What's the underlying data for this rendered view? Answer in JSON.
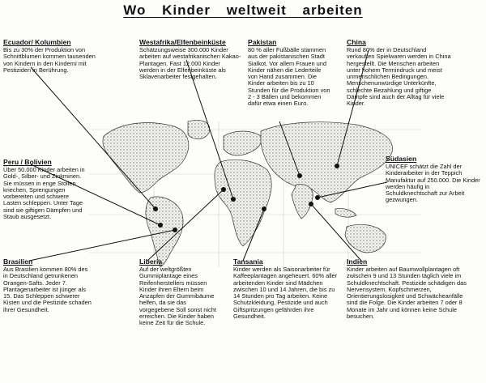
{
  "document": {
    "title": "Wo Kinder weltweit arbeiten"
  },
  "boxes": [
    {
      "id": "ecuador",
      "heading": "Ecuador/ Kolumbien",
      "text": "Bis zu 30% der Produktion von Schnittblumen kommen tausenden von Kindern in den Kinderni mit Pestiziden in Berührung."
    },
    {
      "id": "westafrika",
      "heading": "Westafrika/Elfenbeinküste",
      "text": "Schätzungsweise 300.000 Kinder arbeiten auf westafrikanischen Kakao-Plantagen. Fast 12.000 Kinder werden in der Elfenbeinküste als Sklavenarbeiter festgehalten."
    },
    {
      "id": "pakistan",
      "heading": "Pakistan",
      "text": "80 % aller Fußbälle stammen aus der pakistanischen Stadt Sialkot. Vor allem Frauen und Kinder nähen die Lederteile von Hand zusammen. Die Kinder arbeiten bis zu 10 Stunden für die Produktion von 2 - 3 Bällen und bekommen dafür etwa einen Euro."
    },
    {
      "id": "china",
      "heading": "China",
      "text": "Rund 80% der in Deutschland verkauften Spielwaren werden in China hergestellt. Die Menschen arbeiten unter hohem Termindruck und meist unmenschlichen Bedingungen. Menschenunwürdige Unterkünfte, schlechte Bezahlung und giftige Dämpfe sind auch der Alltag für viele Kinder."
    },
    {
      "id": "peru",
      "heading": "Peru / Bolivien",
      "text": "Über 50.000 Kinder arbeiten in Gold-, Silber- und Zinkminen. Sie müssen in enge Stollen kriechen, Sprengungen vorbereiten und schwere Lasten schleppen. Unter Tage sind sie giftigen Dämpfen und Staub ausgesetzt."
    },
    {
      "id": "suedasien",
      "heading": "Südasien",
      "text": "UNICEF schätzt die Zahl der Kinderarbeiter in der Teppich Manufaktur auf 250.000. Die Kinder werden häufig in Schuldknechtschaft zur Arbeit gezwungen."
    },
    {
      "id": "brasilien",
      "heading": "Brasilien",
      "text": "Aus Brasilien kommen 80% des in Deutschland getrunkenen Orangen-Safts. Jeder 7. Plantagenarbeiter ist jünger als 15. Das Schleppen schwerer Kisten und die Pestizide schaden ihrer Gesundheit."
    },
    {
      "id": "liberia",
      "heading": "Liberia",
      "text": "Auf der weltgrößten Gummiplantage eines Reifenherstellers müssen Kinder ihren Eltern beim Anzapfen der Gummibäume helfen, da sie das vorgegebene Soll sonst nicht erreichen. Die Kinder haben keine Zeit für die Schule."
    },
    {
      "id": "tansania",
      "heading": "Tansania",
      "text": "Kinder werden als Saisonarbeiter für Kaffeeplantagen angeheuert. 60% aller arbeitenden Kinder sind Mädchen zwischen 10 und 14 Jahren, die bis zu 14 Stunden pro Tag arbeiten. Keine Schutzkleidung, Pestizide und auch Giftspritzungen gefährden ihre Gesundheit."
    },
    {
      "id": "indien",
      "heading": "Indien",
      "text": "Kinder arbeiten auf Baumwollplantagen oft zwischen 9 und 13 Stunden täglich viele im Schuldknechtschaft. Pestizide schädigen das Nervensystem. Kopfschmerzen, Orientierungslosigkeit und Schwächeanfälle sind die Folge. Die Kinder arbeiten 7 oder 8 Monate im Jahr und können keine Schule besuchen."
    }
  ]
}
